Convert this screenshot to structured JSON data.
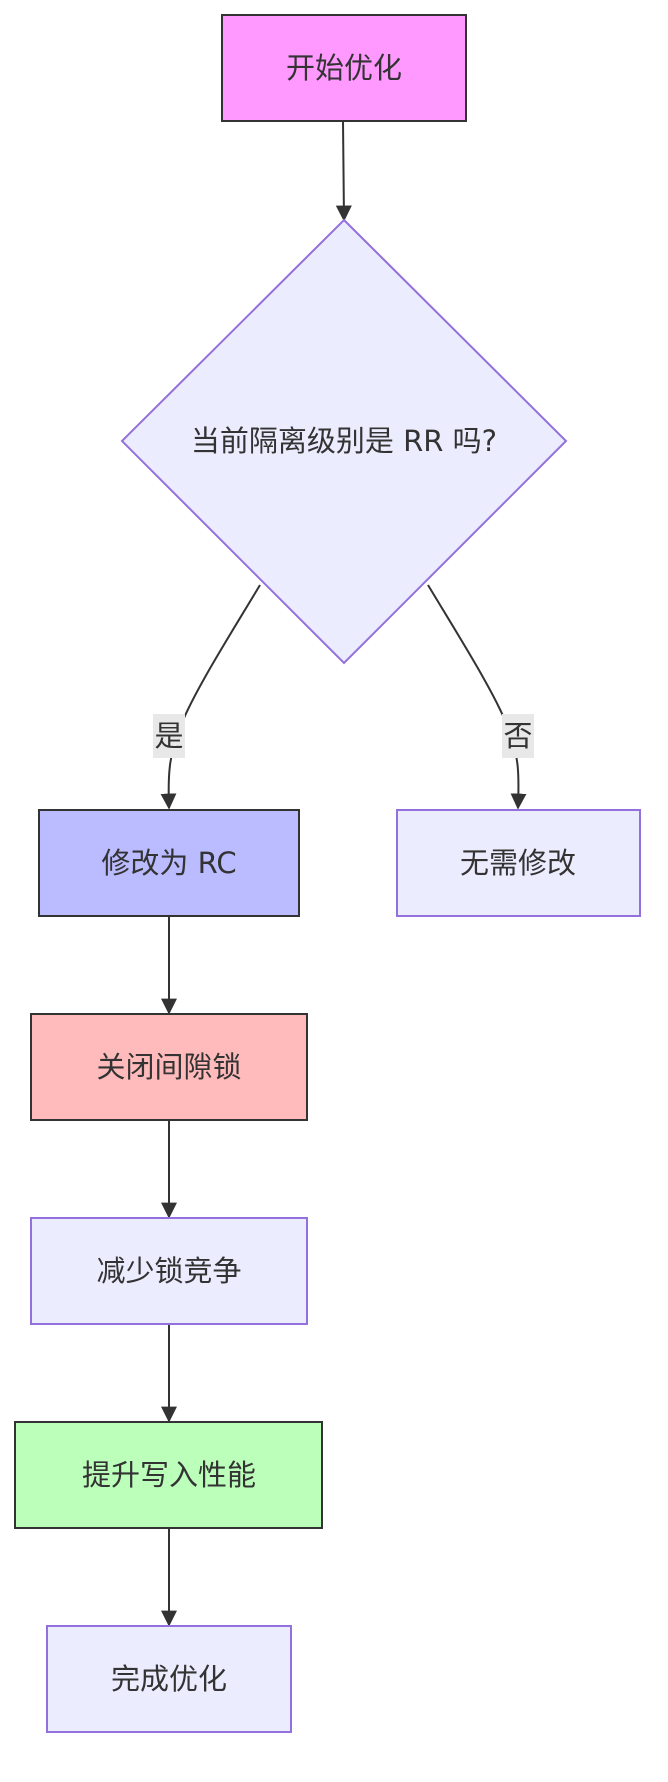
{
  "nodes": {
    "start": {
      "label": "开始优化",
      "fill": "#ff99ff",
      "stroke": "#333333"
    },
    "decision": {
      "label": "当前隔离级别是 RR 吗?",
      "fill": "#ececff",
      "stroke": "#9370db"
    },
    "change_rc": {
      "label": "修改为 RC",
      "fill": "#bbbbff",
      "stroke": "#333333"
    },
    "no_change": {
      "label": "无需修改",
      "fill": "#ececff",
      "stroke": "#9370db"
    },
    "close_gap_lock": {
      "label": "关闭间隙锁",
      "fill": "#ffbbbb",
      "stroke": "#333333"
    },
    "reduce_contention": {
      "label": "减少锁竞争",
      "fill": "#ececff",
      "stroke": "#9370db"
    },
    "improve_write": {
      "label": "提升写入性能",
      "fill": "#bbffbb",
      "stroke": "#333333"
    },
    "done": {
      "label": "完成优化",
      "fill": "#ececff",
      "stroke": "#9370db"
    }
  },
  "edges": {
    "yes_label": "是",
    "no_label": "否",
    "label_bg": "#e8e8e8",
    "line_color": "#333333"
  }
}
